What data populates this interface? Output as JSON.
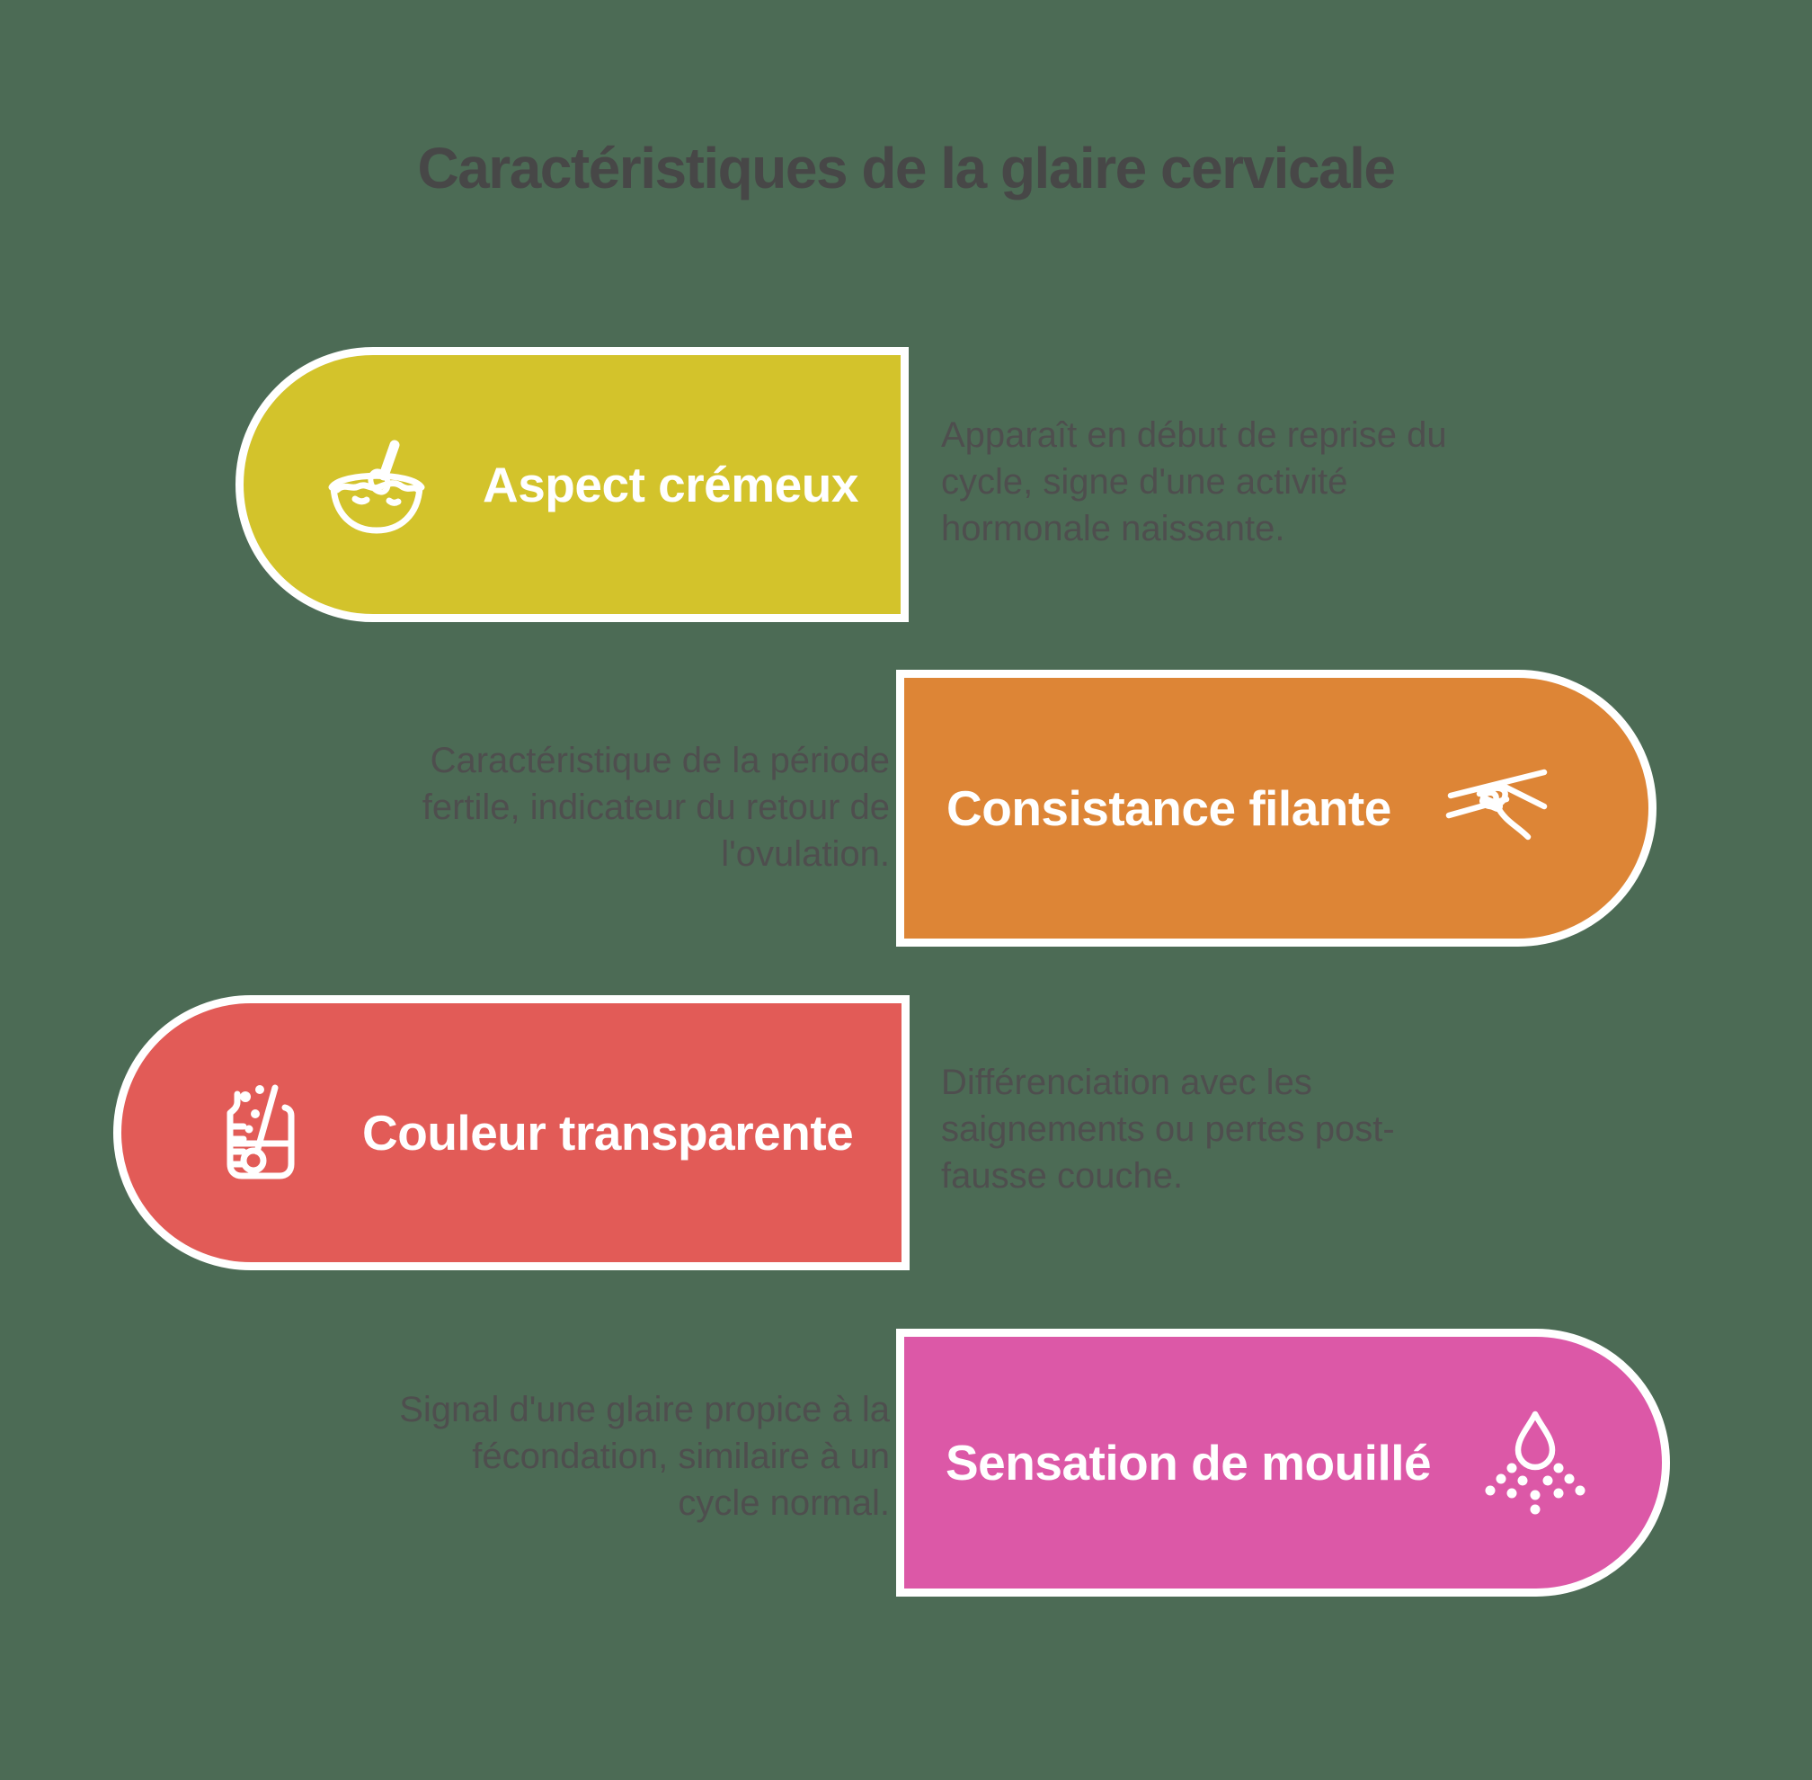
{
  "background_color": "#4c6b55",
  "title": "Caractéristiques de la glaire cervicale",
  "text_colors": {
    "title": "#474747",
    "description": "#4e4e4e",
    "card_label": "#ffffff"
  },
  "cards": [
    {
      "label": "Aspect crémeux",
      "icon": "bowl-spoon-icon",
      "color": "#d3c32b",
      "side": "left",
      "description": "Apparaît en début de reprise du\ncycle, signe d'une activité\nhormonale naissante."
    },
    {
      "label": "Consistance filante",
      "icon": "strings-icon",
      "color": "#dd8536",
      "side": "right",
      "description": "Caractéristique de la période\nfertile, indicateur du retour de\nl'ovulation."
    },
    {
      "label": "Couleur transparente",
      "icon": "beaker-icon",
      "color": "#e25b57",
      "side": "left",
      "description": "Différenciation avec les\nsaignements ou pertes post-\nfausse couche."
    },
    {
      "label": "Sensation de mouillé",
      "icon": "droplet-icon",
      "color": "#dc58a7",
      "side": "right",
      "description": "Signal d'une glaire propice à la\nfécondation, similaire à un\ncycle normal."
    }
  ]
}
